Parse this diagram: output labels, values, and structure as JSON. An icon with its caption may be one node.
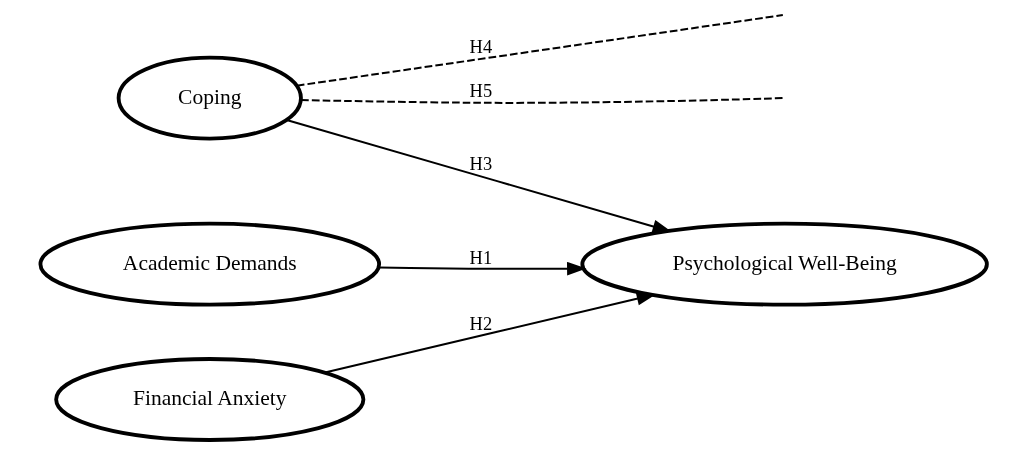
{
  "diagram": {
    "nodes": [
      {
        "text": [
          "Coping"
        ]
      },
      {
        "text": [
          "Academic Demands"
        ]
      },
      {
        "text": [
          "Psychological Well-Being"
        ]
      },
      {
        "text": [
          "Financial Anxiety"
        ]
      }
    ],
    "edges": [
      {
        "from": 1,
        "to": 2,
        "arrow": "to",
        "label": "H1"
      },
      {
        "from": 3,
        "to": 2,
        "arrow": "to",
        "label": "H2"
      },
      {
        "from": 0,
        "to": 2,
        "arrow": "to",
        "label": "H3"
      },
      {
        "from": 0,
        "to": null,
        "arrow": "none",
        "label": "H4",
        "style": "dashed"
      },
      {
        "from": 0,
        "to": null,
        "arrow": "none",
        "label": "H5",
        "style": "dashed"
      }
    ]
  }
}
